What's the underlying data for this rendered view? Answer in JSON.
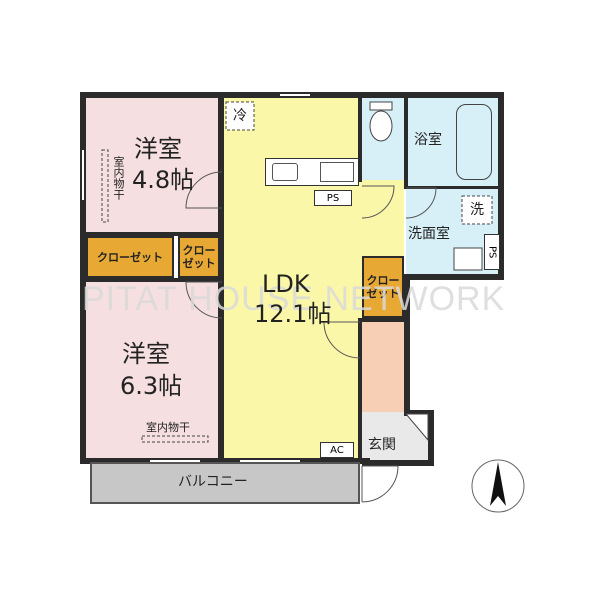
{
  "rooms": {
    "bedroom1": {
      "name": "洋室",
      "size": "4.8帖",
      "drying": "室内物干"
    },
    "bedroom2": {
      "name": "洋室",
      "size": "6.3帖",
      "drying": "室内物干"
    },
    "ldk": {
      "name": "LDK",
      "size": "12.1帖"
    },
    "bath": {
      "name": "浴室"
    },
    "washroom": {
      "name": "洗面室"
    },
    "entrance": {
      "name": "玄関"
    },
    "balcony": {
      "name": "バルコニー"
    }
  },
  "closets": {
    "closet1": "クローゼット",
    "closet2": "クロー\nゼット",
    "closet3": "クロー\nゼット"
  },
  "fixtures": {
    "fridge": "冷",
    "washer": "洗",
    "ps1": "PS",
    "ps2": "PS",
    "ac": "AC"
  },
  "watermark": "PITAT HOUSE NETWORK",
  "colors": {
    "bedroom": "#f6dfe0",
    "ldk": "#fbf7a8",
    "water": "#d7f0f7",
    "closet": "#e8a934",
    "entrance": "#f6cfb5",
    "balcony": "#c7c7c7"
  }
}
